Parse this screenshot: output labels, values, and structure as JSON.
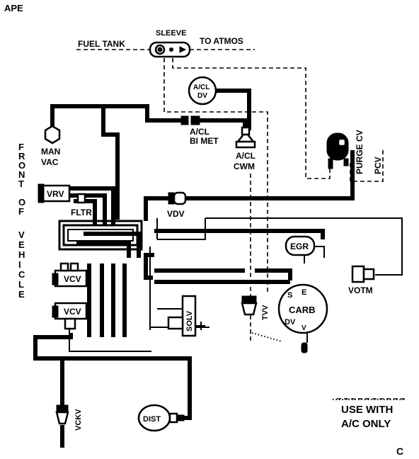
{
  "header_code": "APE",
  "corner_code": "C",
  "legend_text_1": "USE WITH",
  "legend_text_2": "A/C ONLY",
  "front_of_vehicle": [
    "F",
    "R",
    "O",
    "N",
    "T",
    "",
    "O",
    "F",
    "",
    "V",
    "E",
    "H",
    "I",
    "C",
    "L",
    "E"
  ],
  "labels": {
    "fuel_tank": "FUEL TANK",
    "sleeve": "SLEEVE",
    "to_atmos": "TO ATMOS",
    "acl_dv_1": "A/CL",
    "acl_dv_2": "DV",
    "acl_bimet_1": "A/CL",
    "acl_bimet_2": "BI MET",
    "acl_cwm_1": "A/CL",
    "acl_cwm_2": "CWM",
    "man_vac_1": "MAN",
    "man_vac_2": "VAC",
    "purge_cv": "PURGE CV",
    "pcv": "PCV",
    "vrv": "VRV",
    "fltr": "FLTR",
    "vdv": "VDV",
    "egr": "EGR",
    "votm": "VOTM",
    "vcv_1": "VCV",
    "vcv_2": "VCV",
    "solv": "SOLV",
    "tvv": "TVV",
    "carb": "CARB",
    "carb_s": "S",
    "carb_e": "E",
    "carb_dv": "DV",
    "carb_v": "V",
    "vckv": "VCKV",
    "dist": "DIST"
  }
}
